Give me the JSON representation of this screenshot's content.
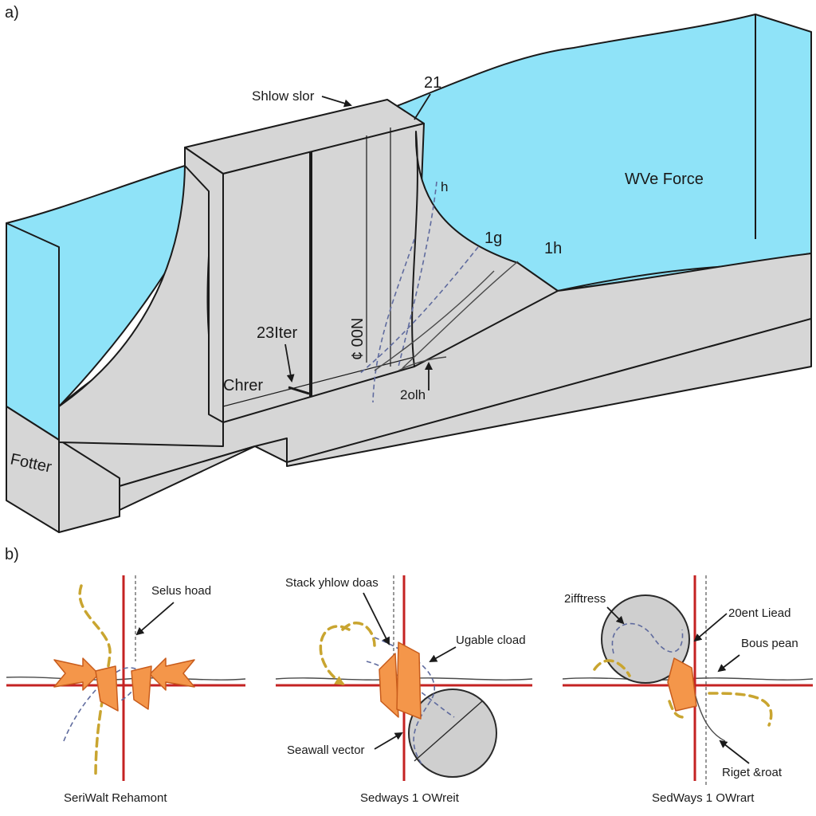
{
  "panel_a": {
    "letter": "a)",
    "labels": {
      "top_left": "Shlow slor",
      "top_num": "21",
      "wave_force": "WVe Force",
      "h_mark": "h",
      "num_1g": "1g",
      "num_1h": "1h",
      "left_mid": "23Iter",
      "vertical_note": "¢ 00N",
      "chrer": "Chrer",
      "bottom_mid": "2olh",
      "footer": "Fotter"
    }
  },
  "panel_b": {
    "letter": "b)",
    "subpanels": [
      {
        "caption": "SeriWalt Rehamont",
        "labels": [
          "Selus hoad"
        ]
      },
      {
        "caption": "Sedways 1 OWreit",
        "labels": [
          "Stack yhlow doas",
          "Ugable cload",
          "Seawall vector"
        ]
      },
      {
        "caption": "SedWays 1 OWrart",
        "labels": [
          "2ifftress",
          "20ent Liead",
          "Bous pean",
          "Riget &roat"
        ]
      }
    ]
  },
  "colors": {
    "water": "#8fe3f8",
    "concrete": "#d6d6d6",
    "axis": "#c42222",
    "arrows": "#f4964a",
    "dashed_gold": "#c9a530",
    "dashed_blue": "#5f6b9e"
  }
}
